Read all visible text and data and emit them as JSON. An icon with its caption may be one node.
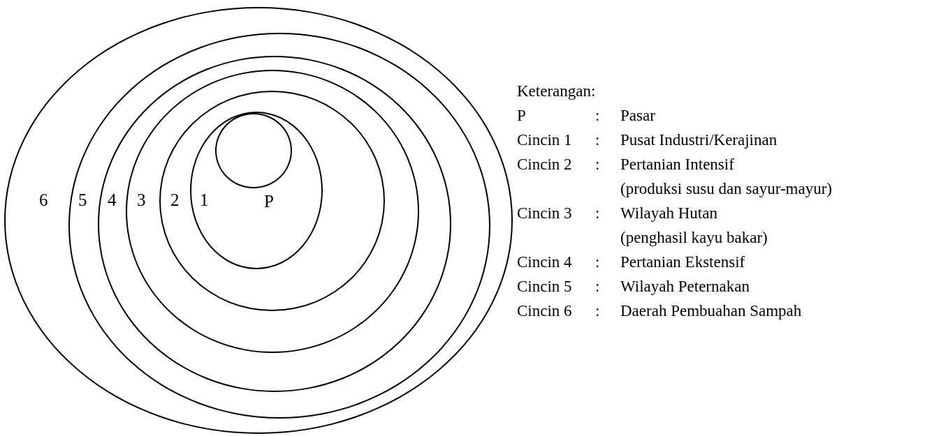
{
  "diagram": {
    "nodes": [
      {
        "text": [
          "6"
        ]
      },
      {
        "text": [
          "5"
        ],
        "in": 0
      },
      {
        "text": [
          "4"
        ],
        "in": 1
      },
      {
        "text": [
          "3"
        ],
        "in": 2
      },
      {
        "text": [
          "2"
        ],
        "in": 3
      },
      {
        "text": [
          "1"
        ],
        "in": 4
      },
      {
        "text": [
          "P"
        ],
        "in": 5
      }
    ],
    "edges": [],
    "labels": [
      "Keterangan:",
      "P",
      ":",
      "Pasar",
      "Cincin 1",
      ":",
      "Pusat Industri/Kerajinan",
      "Cincin 2",
      ":",
      "Pertanian Intensif",
      "(produksi susu dan sayur-mayur)",
      "Cincin 3",
      ":",
      "Wilayah Hutan",
      "(penghasil kayu bakar)",
      "Cincin 4",
      ":",
      "Pertanian Ekstensif",
      "Cincin 5",
      ":",
      "Wilayah Peternakan",
      "Cincin 6",
      ":",
      "Daerah Pembuahan Sampah"
    ]
  }
}
